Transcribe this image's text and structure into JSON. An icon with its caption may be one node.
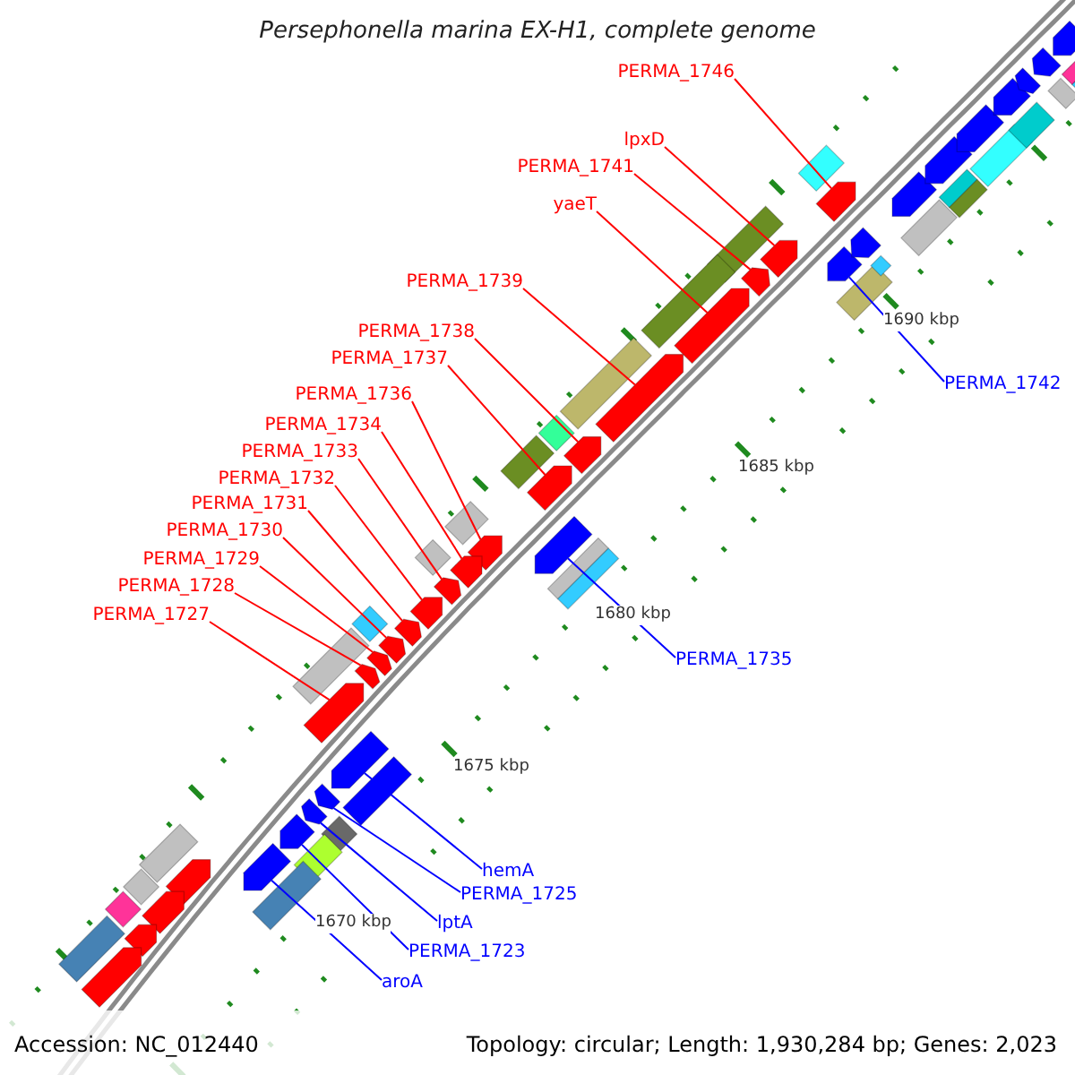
{
  "diagram": {
    "title": "Persephonella marina EX-H1, complete genome",
    "nodes": [
      {
        "text": [
          "PERMA_1746"
        ]
      },
      {
        "text": [],
        "shape": "arrow"
      },
      {
        "text": [
          "lpxD"
        ]
      },
      {
        "text": [],
        "shape": "arrow"
      },
      {
        "text": [
          "PERMA_1741"
        ]
      },
      {
        "text": [],
        "shape": "arrow"
      },
      {
        "text": [
          "yaeT"
        ]
      },
      {
        "text": [],
        "shape": "arrow"
      },
      {
        "text": [
          "PERMA_1742"
        ]
      },
      {
        "text": [],
        "shape": "arrow"
      },
      {
        "text": [
          "PERMA_1739"
        ]
      },
      {
        "text": [],
        "shape": "arrow"
      },
      {
        "text": [
          "PERMA_1738"
        ]
      },
      {
        "text": [],
        "shape": "arrow"
      },
      {
        "text": [
          "PERMA_1737"
        ]
      },
      {
        "text": [],
        "shape": "arrow"
      },
      {
        "text": [
          "PERMA_1736"
        ]
      },
      {
        "text": [],
        "shape": "arrow"
      },
      {
        "text": [
          "PERMA_1734"
        ]
      },
      {
        "text": [],
        "shape": "arrow"
      },
      {
        "text": [
          "PERMA_1733"
        ]
      },
      {
        "text": [],
        "shape": "arrow"
      },
      {
        "text": [
          "PERMA_1732"
        ]
      },
      {
        "text": [],
        "shape": "arrow"
      },
      {
        "text": [
          "PERMA_1731"
        ]
      },
      {
        "text": [],
        "shape": "arrow"
      },
      {
        "text": [
          "PERMA_1730"
        ]
      },
      {
        "text": [],
        "shape": "arrow"
      },
      {
        "text": [
          "PERMA_1729"
        ]
      },
      {
        "text": [],
        "shape": "arrow"
      },
      {
        "text": [
          "PERMA_1728"
        ]
      },
      {
        "text": [],
        "shape": "arrow"
      },
      {
        "text": [
          "PERMA_1727"
        ]
      },
      {
        "text": [],
        "shape": "arrow"
      },
      {
        "text": [
          "PERMA_1735"
        ]
      },
      {
        "text": [],
        "shape": "arrow"
      },
      {
        "text": [
          "hemA"
        ]
      },
      {
        "text": [],
        "shape": "arrow"
      },
      {
        "text": [
          "PERMA_1725"
        ]
      },
      {
        "text": [],
        "shape": "arrow"
      },
      {
        "text": [
          "lptA"
        ]
      },
      {
        "text": [],
        "shape": "arrow"
      },
      {
        "text": [
          "PERMA_1723"
        ]
      },
      {
        "text": [],
        "shape": "arrow"
      },
      {
        "text": [
          "aroA"
        ]
      },
      {
        "text": [],
        "shape": "arrow"
      },
      {
        "text": [],
        "shape": "arrow"
      },
      {
        "text": [],
        "shape": "arrow"
      },
      {
        "text": [],
        "shape": "arrow"
      },
      {
        "text": [],
        "shape": "arrow"
      },
      {
        "text": [],
        "shape": "box"
      },
      {
        "text": [],
        "shape": "box"
      },
      {
        "text": [],
        "shape": "box"
      },
      {
        "text": [],
        "shape": "box"
      },
      {
        "text": [],
        "shape": "diamond"
      },
      {
        "text": [],
        "shape": "box"
      },
      {
        "text": [],
        "shape": "box"
      },
      {
        "text": [],
        "shape": "diamond"
      },
      {
        "text": [],
        "shape": "diamond"
      },
      {
        "text": [],
        "shape": "box"
      },
      {
        "text": [],
        "shape": "box"
      },
      {
        "text": [],
        "shape": "diamond"
      },
      {
        "text": [],
        "shape": "diamond"
      },
      {
        "text": [],
        "shape": "box"
      },
      {
        "text": [],
        "shape": "arrow"
      },
      {
        "text": [],
        "shape": "arrow"
      },
      {
        "text": [],
        "shape": "arrow"
      },
      {
        "text": [],
        "shape": "arrow"
      },
      {
        "text": [],
        "shape": "arrow"
      },
      {
        "text": [],
        "shape": "arrow"
      },
      {
        "text": [],
        "shape": "arrow"
      },
      {
        "text": [],
        "shape": "arrow"
      },
      {
        "text": [],
        "shape": "box"
      },
      {
        "text": [],
        "shape": "diamond"
      },
      {
        "text": [],
        "shape": "box"
      },
      {
        "text": [],
        "shape": "box"
      },
      {
        "text": [],
        "shape": "box"
      },
      {
        "text": [],
        "shape": "box"
      },
      {
        "text": [],
        "shape": "box"
      },
      {
        "text": [],
        "shape": "box"
      },
      {
        "text": [],
        "shape": "box"
      },
      {
        "text": [],
        "shape": "box"
      },
      {
        "text": [],
        "shape": "box"
      },
      {
        "text": [],
        "shape": "box"
      },
      {
        "text": [],
        "shape": "box"
      },
      {
        "text": [],
        "shape": "diamond"
      },
      {
        "text": [],
        "shape": "box"
      },
      {
        "text": [],
        "shape": "box"
      }
    ],
    "edges": [
      {
        "from": 0,
        "to": 1,
        "arrow": "none"
      },
      {
        "from": 2,
        "to": 3,
        "arrow": "none"
      },
      {
        "from": 4,
        "to": 5,
        "arrow": "none"
      },
      {
        "from": 6,
        "to": 7,
        "arrow": "none"
      },
      {
        "from": 8,
        "to": 9,
        "arrow": "none",
        "color": "#0000ff"
      },
      {
        "from": 10,
        "to": 11,
        "arrow": "none"
      },
      {
        "from": 12,
        "to": 13,
        "arrow": "none"
      },
      {
        "from": 14,
        "to": 15,
        "arrow": "none"
      },
      {
        "from": 16,
        "to": 17,
        "arrow": "none"
      },
      {
        "from": 18,
        "to": 19,
        "arrow": "none"
      },
      {
        "from": 20,
        "to": 21,
        "arrow": "none"
      },
      {
        "from": 22,
        "to": 23,
        "arrow": "none"
      },
      {
        "from": 24,
        "to": 25,
        "arrow": "none"
      },
      {
        "from": 26,
        "to": 27,
        "arrow": "none"
      },
      {
        "from": 28,
        "to": 29,
        "arrow": "none"
      },
      {
        "from": 30,
        "to": 31,
        "arrow": "none"
      },
      {
        "from": 32,
        "to": 33,
        "arrow": "none"
      },
      {
        "from": 34,
        "to": 35,
        "arrow": "none",
        "color": "#0000ff"
      },
      {
        "from": 36,
        "to": 37,
        "arrow": "none",
        "color": "#0000ff"
      },
      {
        "from": 38,
        "to": 39,
        "arrow": "none",
        "color": "#0000ff"
      },
      {
        "from": 40,
        "to": 41,
        "arrow": "none",
        "color": "#0000ff"
      },
      {
        "from": 42,
        "to": 43,
        "arrow": "none",
        "color": "#0000ff"
      },
      {
        "from": 44,
        "to": 45,
        "arrow": "none",
        "color": "#0000ff"
      }
    ],
    "labels": [
      "1690 kbp",
      "1685 kbp",
      "1680 kbp",
      "1675 kbp",
      "1670 kbp",
      "Accession: NC_012440",
      "Topology: circular; Length: 1,930,284 bp; Genes: 2,023"
    ]
  }
}
